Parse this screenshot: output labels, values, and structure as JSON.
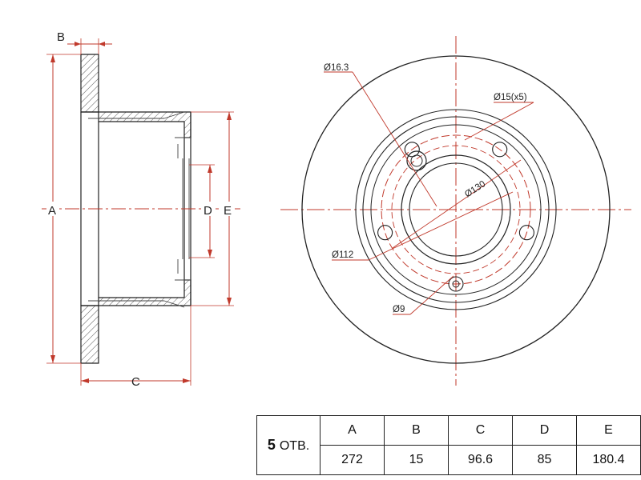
{
  "side_view": {
    "dim_labels": {
      "a": "A",
      "b": "B",
      "c": "C",
      "d": "D",
      "e": "E"
    }
  },
  "front_view": {
    "callouts": {
      "hub_hole": "Ø16.3",
      "bolt_holes": "Ø15(x5)",
      "pcd": "Ø130",
      "center_bore": "Ø112",
      "small_hole": "Ø9"
    },
    "bolt_hole_count": 5
  },
  "spec_table": {
    "holes_count": "5",
    "holes_unit": "ОТВ.",
    "headers": [
      "A",
      "B",
      "C",
      "D",
      "E"
    ],
    "values": [
      "272",
      "15",
      "96.6",
      "85",
      "180.4"
    ]
  }
}
